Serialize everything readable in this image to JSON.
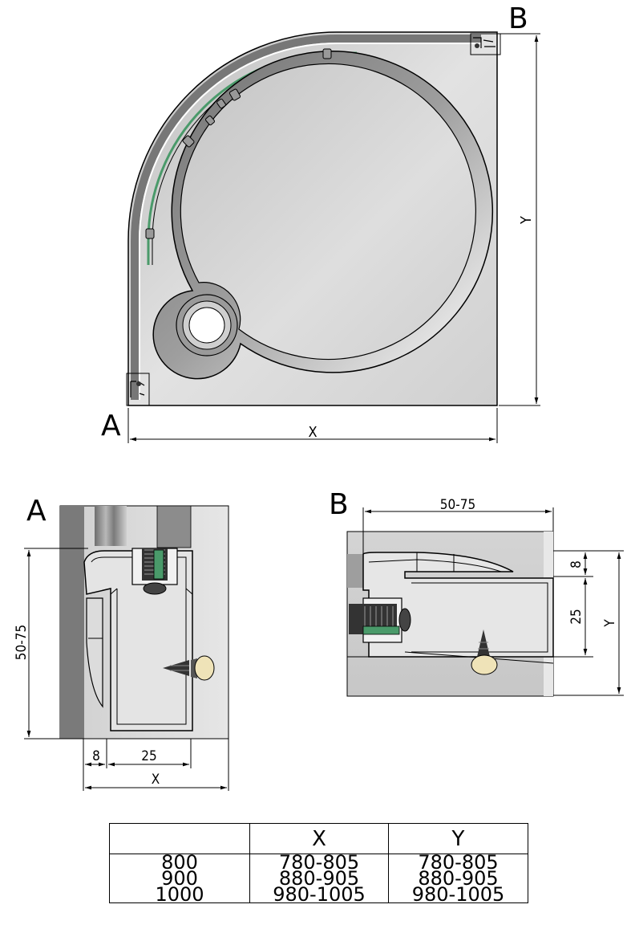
{
  "labels": {
    "detail_a": "A",
    "detail_b": "B",
    "dim_x": "X",
    "dim_y": "Y",
    "dim_profile_width": "50-75",
    "dim_8": "8",
    "dim_25": "25"
  },
  "table": {
    "headers": [
      "",
      "X",
      "Y"
    ],
    "rows": [
      [
        "800",
        "780-805",
        "780-805"
      ],
      [
        "900",
        "880-905",
        "880-905"
      ],
      [
        "1000",
        "980-1005",
        "980-1005"
      ]
    ]
  },
  "colors": {
    "tray": "#c9c9c9",
    "tray_dark": "#9a9a9a",
    "outline": "#000000",
    "seal": "#4a9a6a",
    "dowel": "#efe3b8"
  }
}
